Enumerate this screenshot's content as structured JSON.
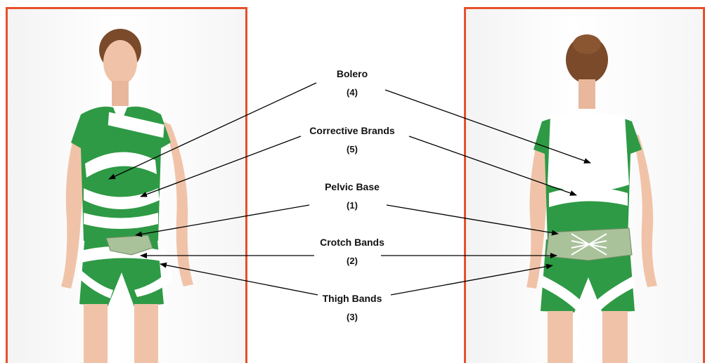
{
  "labels": [
    {
      "name": "Bolero",
      "number": "(4)"
    },
    {
      "name": "Corrective Brands",
      "number": "(5)"
    },
    {
      "name": "Pelvic Base",
      "number": "(1)"
    },
    {
      "name": "Crotch Bands",
      "number": "(2)"
    },
    {
      "name": "Thigh Bands",
      "number": "(3)"
    }
  ],
  "colors": {
    "frame": "#e8502a",
    "garment_green": "#2e9a45",
    "band_white": "#ffffff",
    "skin": "#f0c3a8",
    "hair": "#7a4a2a",
    "base_plate": "#a9c29a",
    "arrow": "#000000"
  }
}
